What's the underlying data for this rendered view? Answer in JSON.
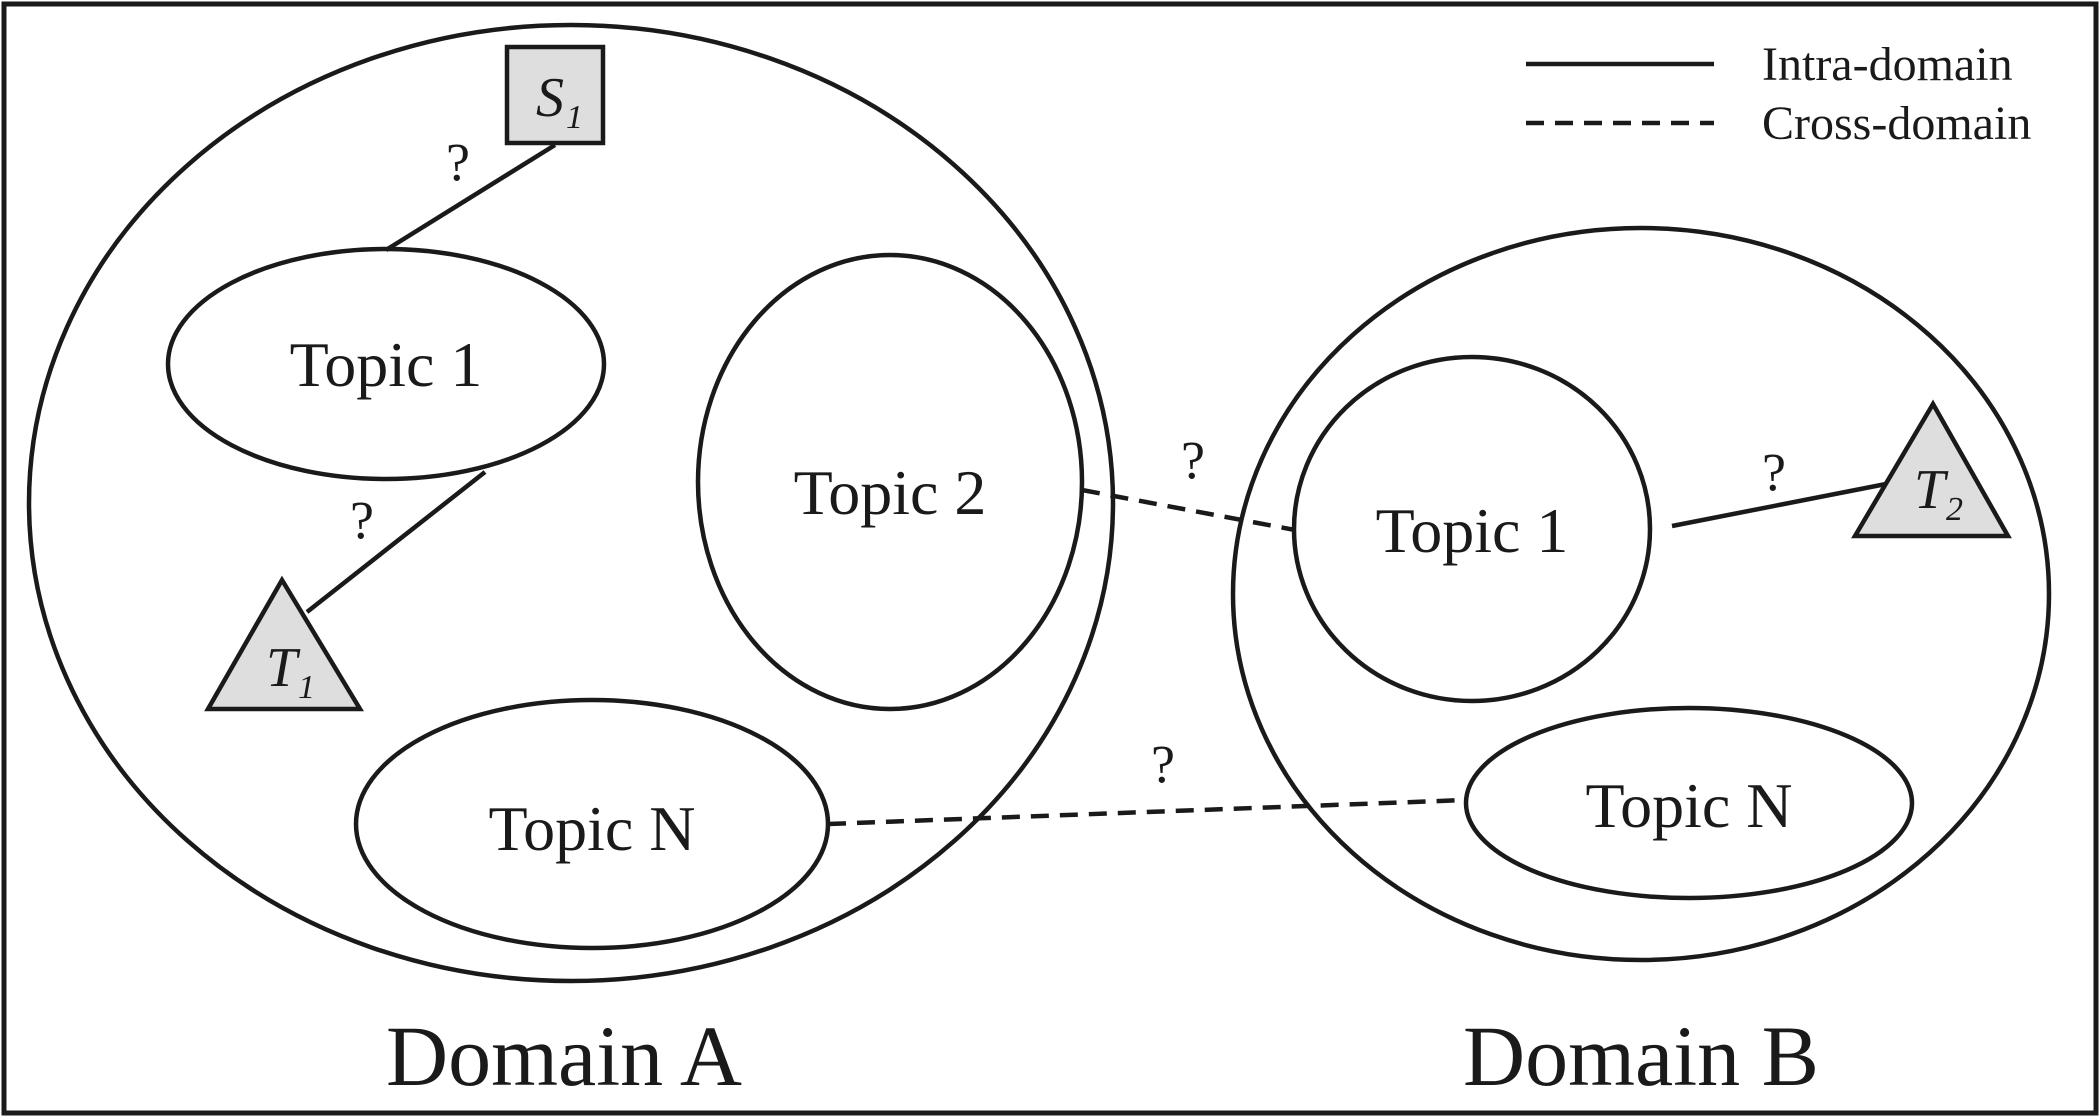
{
  "legend": {
    "intra_label": "Intra-domain",
    "cross_label": "Cross-domain"
  },
  "domain_a": {
    "label": "Domain A",
    "topic_1": "Topic 1",
    "topic_2": "Topic 2",
    "topic_n": "Topic N",
    "source_node": {
      "letter": "S",
      "index": "1"
    },
    "target_node": {
      "letter": "T",
      "index": "1"
    }
  },
  "domain_b": {
    "label": "Domain B",
    "topic_1": "Topic 1",
    "topic_n": "Topic N",
    "target_node": {
      "letter": "T",
      "index": "2"
    }
  },
  "edge_labels": {
    "s1_to_topic1": "?",
    "topic1_to_t1": "?",
    "topic2_to_b_topic1": "?",
    "b_topic1_to_t2": "?",
    "topicn_to_b_topicn": "?"
  },
  "colors": {
    "stroke": "#1a1a1a",
    "marker_fill": "#dedede",
    "background": "#ffffff"
  }
}
